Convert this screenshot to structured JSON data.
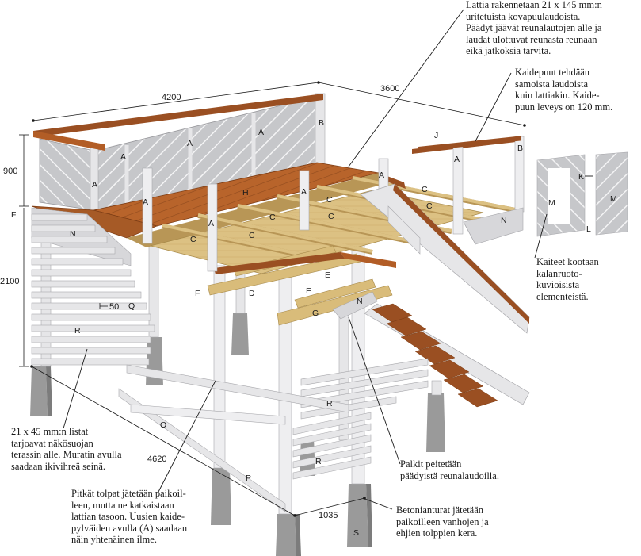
{
  "notes": {
    "floor": "Lattia rakennetaan 21 x 145 mm:n\nuritetuista kovapuulaudoista.\nPäädyt jäävät reunalautojen alle ja\nlaudat ulottuvat reunasta reunaan\neikä jatkoksia tarvita.",
    "railing_posts": "Kaidepuut tehdään\nsamoista laudoista\nkuin lattiakin. Kaide-\npuun leveys on 120 mm.",
    "railings": "Kaiteet kootaan\nkalanruoto-\nkuvioisista\nelementeistä.",
    "slats": "21 x 45 mm:n listat\ntarjoavat näkösuojan\nterassin alle. Muratin avulla\nsaadaan ikivihreä seinä.",
    "long_posts": "Pitkät tolpat jätetään paikoil-\nleen, mutta ne katkaistaan\nlattian tasoon. Uusien kaide-\npylväiden avulla (A) saadaan\nnäin yhtenäinen ilme.",
    "beams": "Palkit peitetään\npäädyistä reunalaudoilla.",
    "footings": "Betonianturat jätetään\npaikoilleen vanhojen ja\nehjien tolppien kera."
  },
  "dimensions": {
    "width_top": "4200",
    "depth_top": "3600",
    "rail_height": "900",
    "deck_height": "2100",
    "side_length": "4620",
    "stair_width": "1035",
    "slat_gap": "50"
  },
  "labels": {
    "A": "A",
    "B": "B",
    "C": "C",
    "E": "E",
    "F": "F",
    "G": "G",
    "H": "H",
    "J": "J",
    "K": "K",
    "L": "L",
    "M": "M",
    "N": "N",
    "O": "O",
    "P": "P",
    "Q": "Q",
    "R": "R",
    "S": "S"
  },
  "colors": {
    "wood_dark": "#9a4f22",
    "wood_mid": "#c06b2f",
    "joist": "#d9bc7a",
    "joist_dark": "#b89656",
    "post": "#e6e6e8",
    "post_shade": "#c4c4c8",
    "concrete": "#9a9a9a",
    "concrete_dark": "#7c7c7c",
    "rail_panel": "#c9cacd"
  }
}
